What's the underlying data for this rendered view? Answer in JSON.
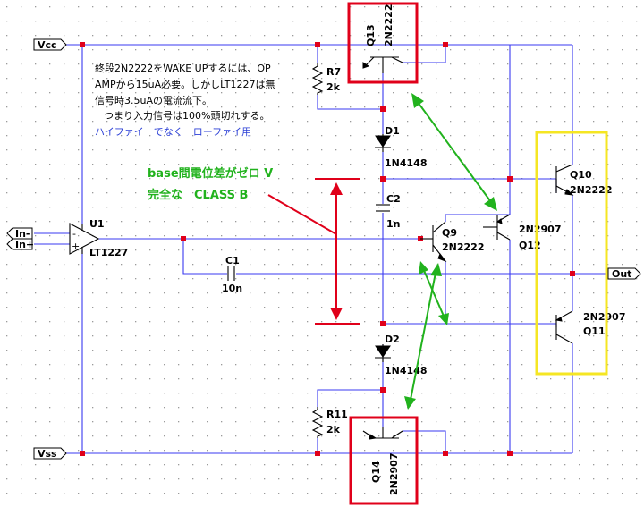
{
  "ports": {
    "vcc": "Vcc",
    "vss": "Vss",
    "in_minus": "In-",
    "in_plus": "In+",
    "out": "Out"
  },
  "components": {
    "u1": {
      "ref": "U1",
      "value": "LT1227"
    },
    "q13": {
      "ref": "Q13",
      "value": "2N2222"
    },
    "q14": {
      "ref": "Q14",
      "value": "2N2907"
    },
    "q9": {
      "ref": "Q9",
      "value": "2N2222"
    },
    "q12": {
      "ref": "Q12",
      "value": "2N2907"
    },
    "q10": {
      "ref": "Q10",
      "value": "2N2222"
    },
    "q11": {
      "ref": "Q11",
      "value": "2N2907"
    },
    "r7": {
      "ref": "R7",
      "value": "2k"
    },
    "r11": {
      "ref": "R11",
      "value": "2k"
    },
    "d1": {
      "ref": "D1",
      "value": "1N4148"
    },
    "d2": {
      "ref": "D2",
      "value": "1N4148"
    },
    "c1": {
      "ref": "C1",
      "value": "10n"
    },
    "c2": {
      "ref": "C2",
      "value": "1n"
    }
  },
  "notes": {
    "line1": "終段2N2222をWAKE UPするには、OP",
    "line2": "AMPから15uA必要。しかしLT1227は無",
    "line3": "信号時3.5uAの電流流下。",
    "line4": "つまり入力信号は100%頭切れする。",
    "hifi": "ハイファイ　でなく　ローファイ用",
    "base_line1": "base間電位差がゼロ V",
    "base_line2": "完全な　CLASS B"
  },
  "colors": {
    "wire": "#3a3af0",
    "node": "#e0001a",
    "highlight_red": "#e0001a",
    "highlight_yellow": "#f5e623",
    "arrow_green": "#21b21d",
    "arrow_red": "#e0001a",
    "note_blue": "#2b3fd6",
    "grid_dot": "#9a9a9a"
  }
}
